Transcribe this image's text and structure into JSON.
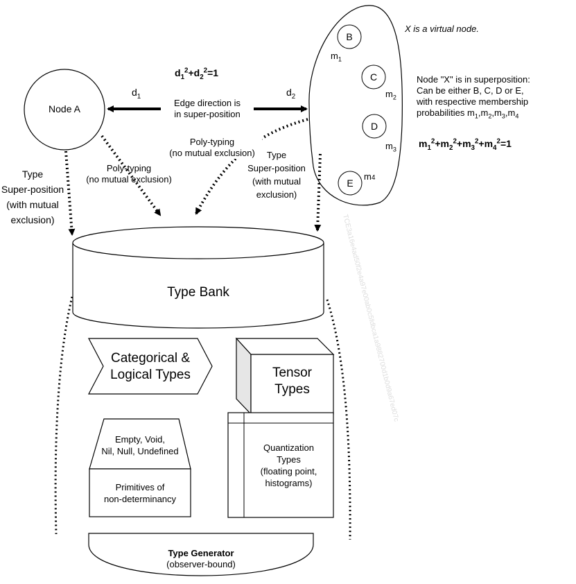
{
  "node_a": {
    "label": "Node A"
  },
  "edge": {
    "d1": "d",
    "d1_sub": "1",
    "d2": "d",
    "d2_sub": "2",
    "equation": {
      "a": "d",
      "a_sub": "1",
      "a_sup": "2",
      "plus": "+",
      "b": "d",
      "b_sub": "2",
      "b_sup": "2",
      "rhs": "=1"
    },
    "direction_line1": "Edge direction is",
    "direction_line2": "in super-position"
  },
  "virtual_node": {
    "caption": "X is a virtual node.",
    "members": [
      {
        "label": "B",
        "weight": "m",
        "weight_sub": "1"
      },
      {
        "label": "C",
        "weight": "m",
        "weight_sub": "2"
      },
      {
        "label": "D",
        "weight": "m",
        "weight_sub": "3"
      },
      {
        "label": "E",
        "weight": "m",
        "weight_sub": "4"
      }
    ],
    "description": {
      "line1": "Node \"X\" is in superposition:",
      "line2": "Can be either B, C, D or E,",
      "line3": "with respective membership",
      "line4": "probabilities m",
      "m1": "1",
      "m2": "2",
      "m3": "3",
      "m4": "4"
    },
    "equation": "=1"
  },
  "left_type_superposition": {
    "line1": "Type",
    "line2": "Super-position",
    "line3": "(with mutual",
    "line4": "exclusion)"
  },
  "left_polytyping": {
    "line1": "Poly-typing",
    "line2": "(no mutual exclusion)"
  },
  "right_polytyping": {
    "line1": "Poly-typing",
    "line2": "(no mutual exclusion)"
  },
  "right_type_superposition": {
    "line1": "Type",
    "line2": "Super-position",
    "line3": "(with mutual",
    "line4": "exclusion)"
  },
  "type_bank": {
    "label": "Type Bank"
  },
  "categorical": {
    "line1": "Categorical &",
    "line2": "Logical Types"
  },
  "tensor": {
    "line1": "Tensor",
    "line2": "Types"
  },
  "empty_void": {
    "line1": "Empty, Void,",
    "line2": "Nil, Null, Undefined"
  },
  "primitives": {
    "line1": "Primitives of",
    "line2": "non-determinancy"
  },
  "quantization": {
    "line1": "Quantization",
    "line2": "Types",
    "line3": "(floating point,",
    "line4": "histograms)"
  },
  "type_generator": {
    "line1": "Type Generator",
    "line2": "(observer-bound)"
  },
  "watermark": "TCE3a16e4ad50f2e4a97e00ab0c5fdbca1a9882700d1b0d9a67ed07c"
}
